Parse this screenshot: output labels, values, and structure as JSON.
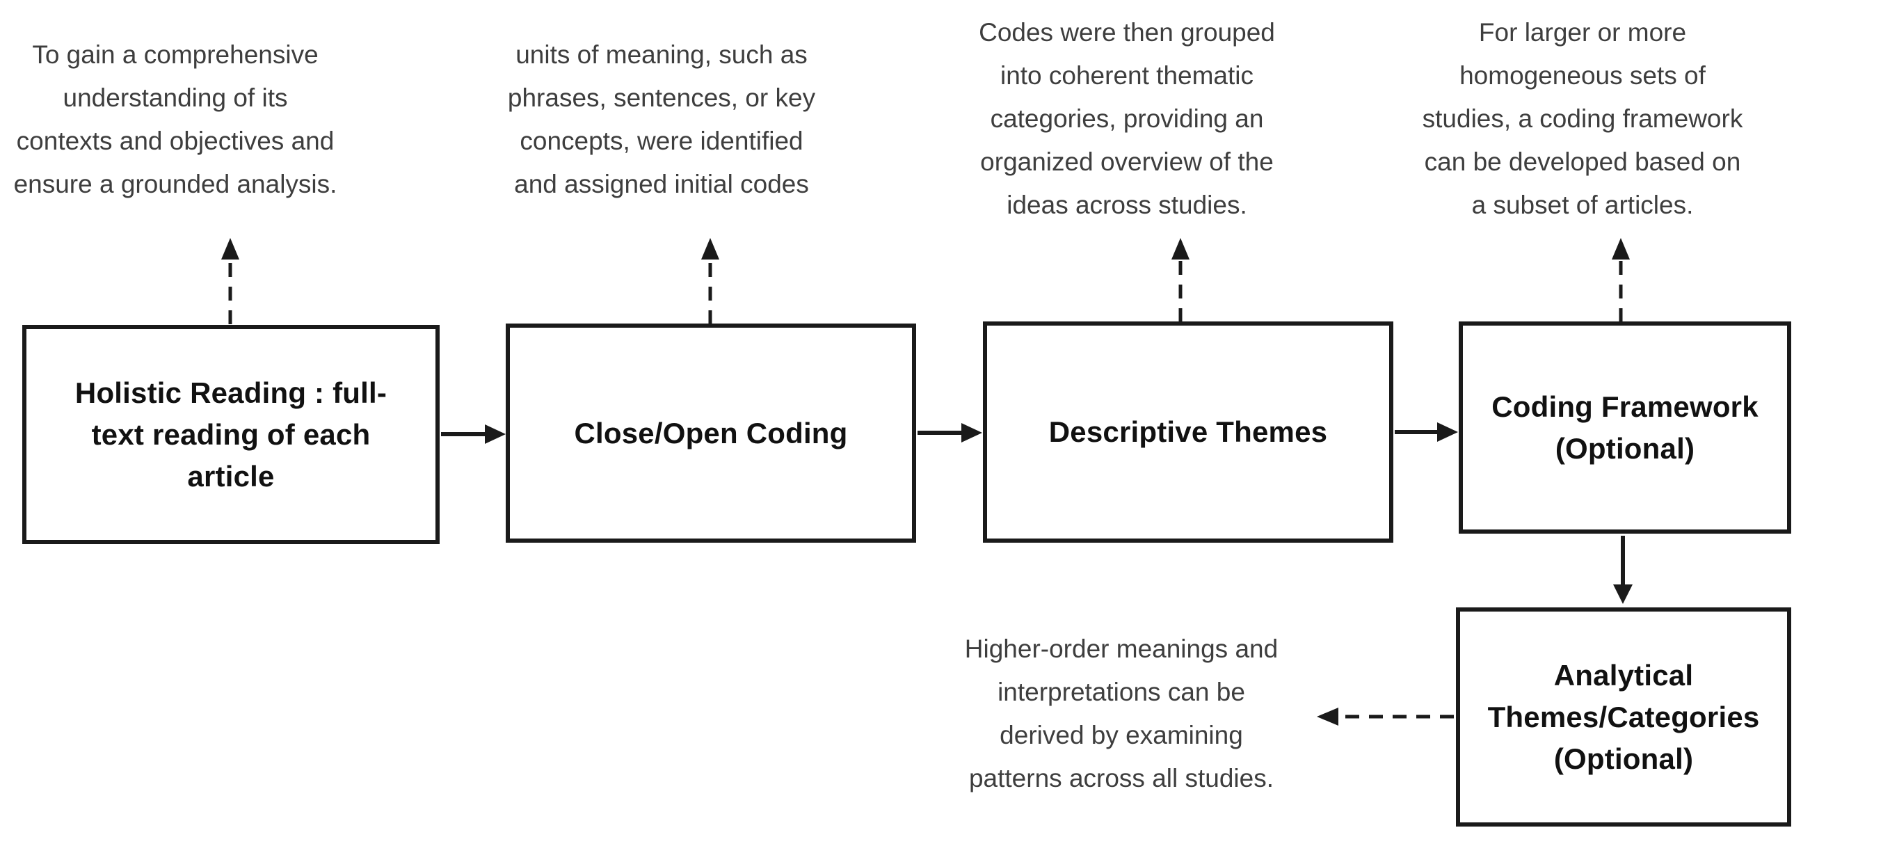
{
  "colors": {
    "background": "#ffffff",
    "ink": "#1a1a1a",
    "box_text": "#111111",
    "note_text": "#3e3e3e"
  },
  "boxes": [
    {
      "name": "holistic-reading",
      "label": [
        "Holistic Reading : full-",
        "text reading of each",
        "article"
      ]
    },
    {
      "name": "close-open-coding",
      "label": [
        "Close/Open Coding"
      ]
    },
    {
      "name": "descriptive-themes",
      "label": [
        "Descriptive Themes"
      ]
    },
    {
      "name": "coding-framework",
      "label": [
        "Coding Framework",
        "(Optional)"
      ]
    },
    {
      "name": "analytical-themes",
      "label": [
        "Analytical",
        "Themes/Categories",
        "(Optional)"
      ]
    }
  ],
  "notes": [
    {
      "name": "note-holistic-reading",
      "text": [
        "To gain a comprehensive",
        "understanding of its",
        "contexts and objectives and",
        "ensure a grounded analysis."
      ]
    },
    {
      "name": "note-close-open-coding",
      "text": [
        "units of meaning, such as",
        "phrases, sentences, or key",
        "concepts, were identified",
        "and assigned initial codes"
      ]
    },
    {
      "name": "note-descriptive-themes",
      "text": [
        "Codes were then grouped",
        "into coherent thematic",
        "categories, providing an",
        "organized overview of the",
        "ideas across studies."
      ]
    },
    {
      "name": "note-coding-framework",
      "text": [
        "For larger or more",
        "homogeneous sets of",
        "studies, a coding framework",
        "can be developed based on",
        "a subset of articles."
      ]
    },
    {
      "name": "note-analytical-themes",
      "text": [
        "Higher-order meanings and",
        "interpretations can be",
        "derived by examining",
        "patterns across all studies."
      ]
    }
  ]
}
